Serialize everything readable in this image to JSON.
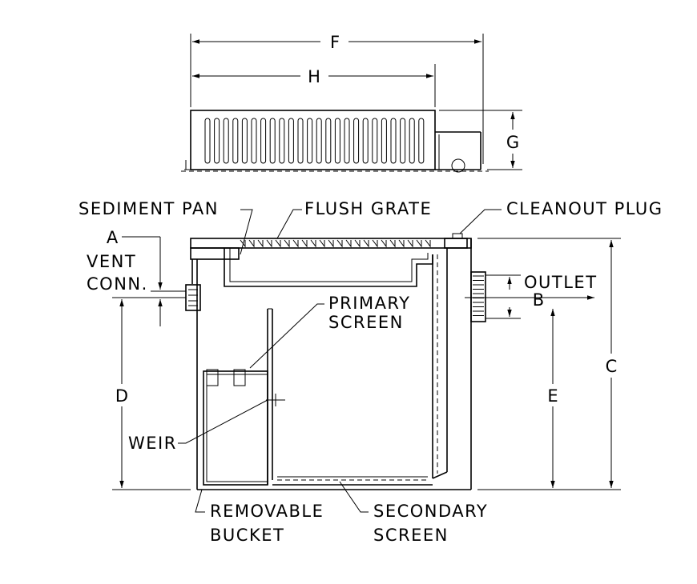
{
  "dimensions": {
    "F": "F",
    "H": "H",
    "G": "G",
    "A": "A",
    "B": "B",
    "C": "C",
    "D": "D",
    "E": "E"
  },
  "labels": {
    "sediment_pan": "SEDIMENT PAN",
    "flush_grate": "FLUSH GRATE",
    "cleanout_plug": "CLEANOUT PLUG",
    "vent_conn_line1": "VENT",
    "vent_conn_line2": "CONN.",
    "outlet": "OUTLET",
    "primary_screen_line1": "PRIMARY",
    "primary_screen_line2": "SCREEN",
    "weir": "WEIR",
    "removable_bucket_line1": "REMOVABLE",
    "removable_bucket_line2": "BUCKET",
    "secondary_screen_line1": "SECONDARY",
    "secondary_screen_line2": "SCREEN"
  }
}
